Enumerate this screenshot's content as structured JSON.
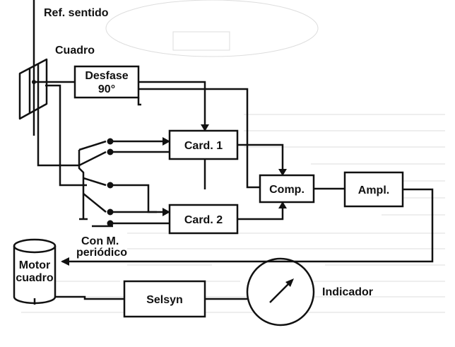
{
  "labels": {
    "ref_sentido": "Ref. sentido",
    "cuadro": "Cuadro",
    "desfase_line1": "Desfase",
    "desfase_line2": "90°",
    "card1": "Card. 1",
    "card2": "Card. 2",
    "comp": "Comp.",
    "ampl": "Ampl.",
    "con_m_line1": "Con M.",
    "con_m_line2": "periódico",
    "motor_line1": "Motor",
    "motor_line2": "cuadro",
    "selsyn": "Selsyn",
    "indicador": "Indicador"
  },
  "colors": {
    "ink": "#111111",
    "background": "#ffffff",
    "bleed_through": "#cfcfcf"
  }
}
